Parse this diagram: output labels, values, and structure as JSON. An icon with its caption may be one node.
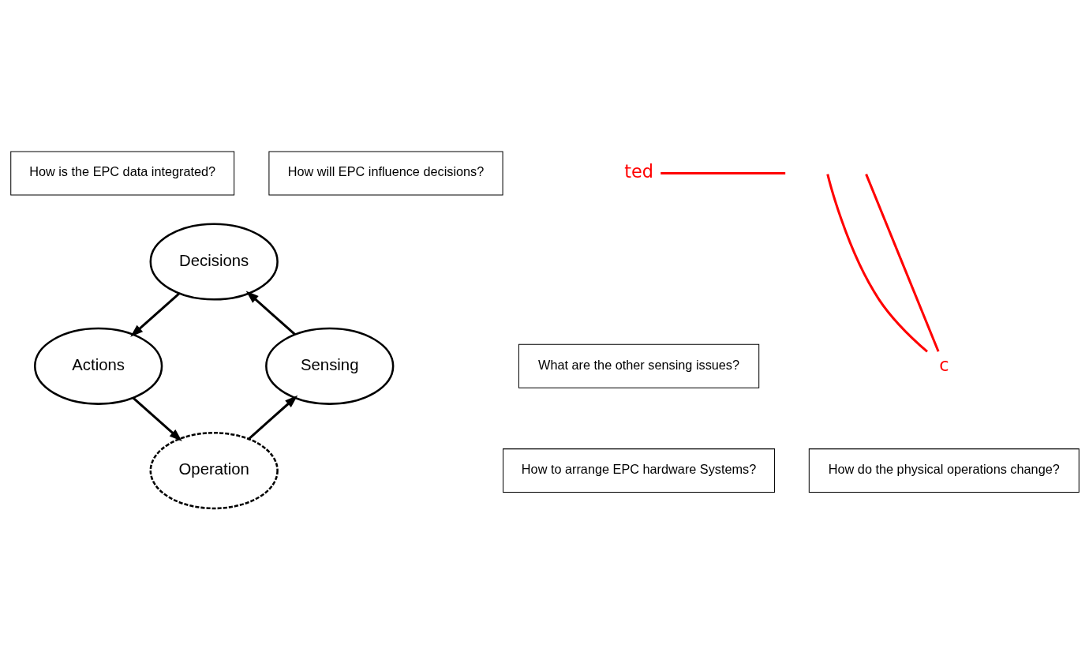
{
  "diagram": {
    "nodes": [
      {
        "text": [
          "How is the EPC data integrated?"
        ]
      },
      {
        "text": [
          "How will EPC influence decisions?"
        ]
      },
      {
        "text": [
          "What are the other sensing issues?"
        ]
      },
      {
        "text": [
          "Decisions"
        ]
      },
      {
        "text": [
          "Sensing"
        ]
      },
      {
        "text": [
          "Actions"
        ]
      },
      {
        "text": [
          "Operation"
        ]
      },
      {
        "text": [
          "How to arrange EPC hardware Systems?"
        ]
      },
      {
        "text": [
          "How do the physical operations change?"
        ]
      },
      {
        "text": [
          "ted"
        ]
      },
      {
        "text": [
          "c"
        ]
      }
    ],
    "edges": [
      {
        "from": 4,
        "to": 3,
        "arrow": "to"
      },
      {
        "from": 3,
        "to": 5,
        "arrow": "to"
      },
      {
        "from": 5,
        "to": 6,
        "arrow": "to"
      },
      {
        "from": 6,
        "to": 4,
        "arrow": "to"
      },
      {
        "from": 9,
        "to": null,
        "arrow": "none",
        "color": "#ff0000"
      },
      {
        "from": 10,
        "to": null,
        "arrow": "none",
        "color": "#ff0000"
      },
      {
        "from": 10,
        "to": null,
        "arrow": "none",
        "color": "#ff0000"
      }
    ]
  }
}
